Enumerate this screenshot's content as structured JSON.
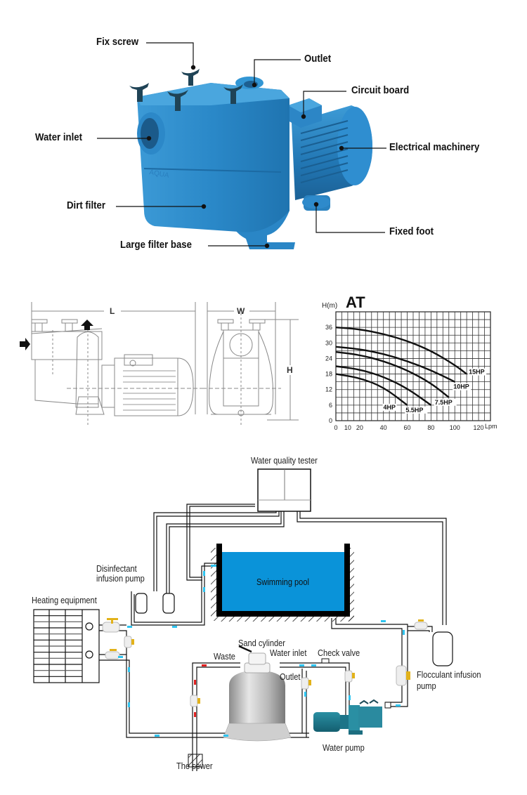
{
  "section1": {
    "callouts": {
      "fix_screw": "Fix screw",
      "outlet": "Outlet",
      "circuit_board": "Circuit board",
      "water_inlet": "Water inlet",
      "electrical_machinery": "Electrical machinery",
      "dirt_filter": "Dirt filter",
      "fixed_foot": "Fixed foot",
      "large_filter_base": "Large filter base"
    },
    "pump_brand_emboss": "AQUA",
    "colors": {
      "pump_body": "#2f8fcf",
      "pump_dark": "#1c6fa8",
      "knob": "#1f3f52"
    }
  },
  "section2": {
    "dimension_labels": {
      "length": "L",
      "width": "W",
      "height": "H"
    }
  },
  "chart_data": {
    "type": "line",
    "title": "AT",
    "ylabel": "H(m)",
    "xlabel": "Lpm",
    "xlim": [
      0,
      130
    ],
    "ylim": [
      0,
      42
    ],
    "x_ticks": [
      0,
      10,
      20,
      40,
      60,
      80,
      100,
      120
    ],
    "y_ticks": [
      0,
      6,
      12,
      18,
      24,
      30,
      36
    ],
    "grid": true,
    "x_grid_step": 5,
    "y_grid_step": 3,
    "series": [
      {
        "name": "15HP",
        "x": [
          0,
          20,
          40,
          60,
          80,
          100,
          110
        ],
        "y": [
          36,
          35.3,
          33.5,
          30.8,
          27,
          21.5,
          18
        ]
      },
      {
        "name": "10HP",
        "x": [
          0,
          20,
          40,
          60,
          80,
          100
        ],
        "y": [
          28.5,
          27.6,
          25.8,
          23,
          19.5,
          15
        ]
      },
      {
        "name": "7.5HP",
        "x": [
          0,
          20,
          40,
          60,
          80,
          95
        ],
        "y": [
          26.5,
          25.4,
          23,
          19.5,
          14.5,
          9
        ]
      },
      {
        "name": "5.5HP",
        "x": [
          0,
          20,
          40,
          60,
          80
        ],
        "y": [
          21,
          19.8,
          17,
          12.5,
          6
        ]
      },
      {
        "name": "4HP",
        "x": [
          0,
          20,
          40,
          60
        ],
        "y": [
          18,
          16.5,
          13,
          6
        ]
      }
    ]
  },
  "section3": {
    "labels": {
      "water_quality_tester": "Water quality tester",
      "disinfectant_pump_line1": "Disinfectant",
      "disinfectant_pump_line2": "infusion pump",
      "heating_equipment": "Heating equipment",
      "swimming_pool": "Swimming pool",
      "sand_cylinder": "Sand cylinder",
      "waste": "Waste",
      "water_inlet": "Water inlet",
      "check_valve": "Check valve",
      "outlet": "Outlet",
      "flocculant_line1": "Flocculant infusion",
      "flocculant_line2": "pump",
      "water_pump": "Water pump",
      "the_sewer": "The sewer"
    },
    "colors": {
      "pool_water": "#0a93d9",
      "flow_arrow": "#2ec4f0",
      "waste_arrow": "#e02020",
      "valve_handle": "#e2b21a"
    }
  }
}
